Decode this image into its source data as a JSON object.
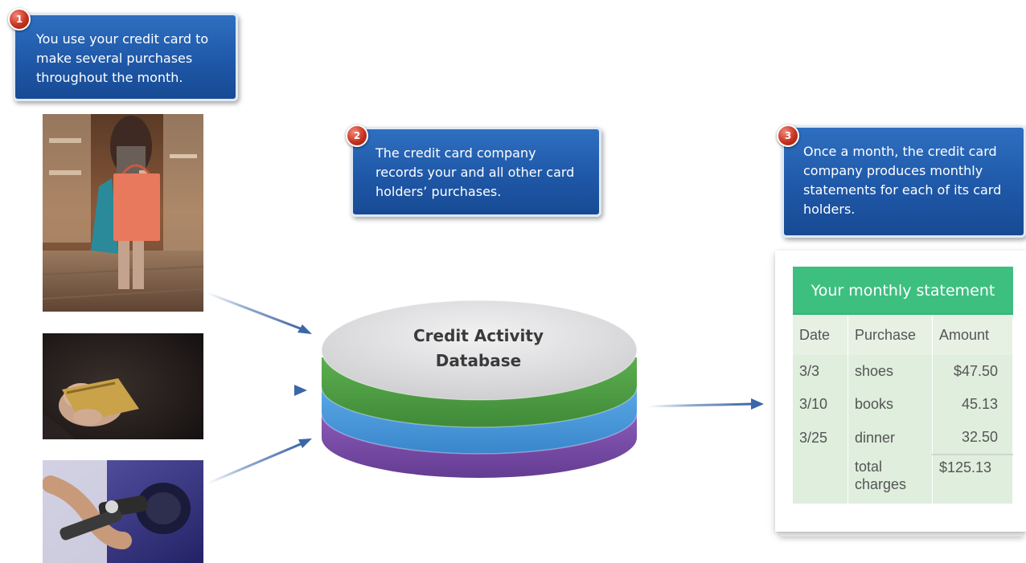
{
  "steps": [
    {
      "number": "1",
      "text": "You use your credit card to make several purchases throughout the month."
    },
    {
      "number": "2",
      "text": "The credit card company records your and all other card holders’ purchases."
    },
    {
      "number": "3",
      "text": "Once a month, the credit card company produces monthly statements for each of its card holders."
    }
  ],
  "database": {
    "label_line1": "Credit Activity",
    "label_line2": "Database",
    "colors": {
      "top": "#d8d8da",
      "green": "#4e9e45",
      "blue": "#4a96d9",
      "purple": "#7a4fa8"
    }
  },
  "photos": [
    "shopping-photo",
    "card-handoff-photo",
    "gas-pump-photo"
  ],
  "statement": {
    "title": "Your monthly statement",
    "columns": [
      "Date",
      "Purchase",
      "Amount"
    ],
    "rows": [
      {
        "date": "3/3",
        "purchase": "shoes",
        "amount": "$47.50"
      },
      {
        "date": "3/10",
        "purchase": "books",
        "amount": "45.13"
      },
      {
        "date": "3/25",
        "purchase": "dinner",
        "amount": "32.50"
      }
    ],
    "total": {
      "label_line1": "total",
      "label_line2": "charges",
      "amount": "$125.13"
    },
    "colors": {
      "header": "#3dbf80",
      "cells": "#dfeedd"
    }
  },
  "colors": {
    "callout": "#1f58a8",
    "arrow": "#3c66a6",
    "badge": "#c8321f"
  }
}
